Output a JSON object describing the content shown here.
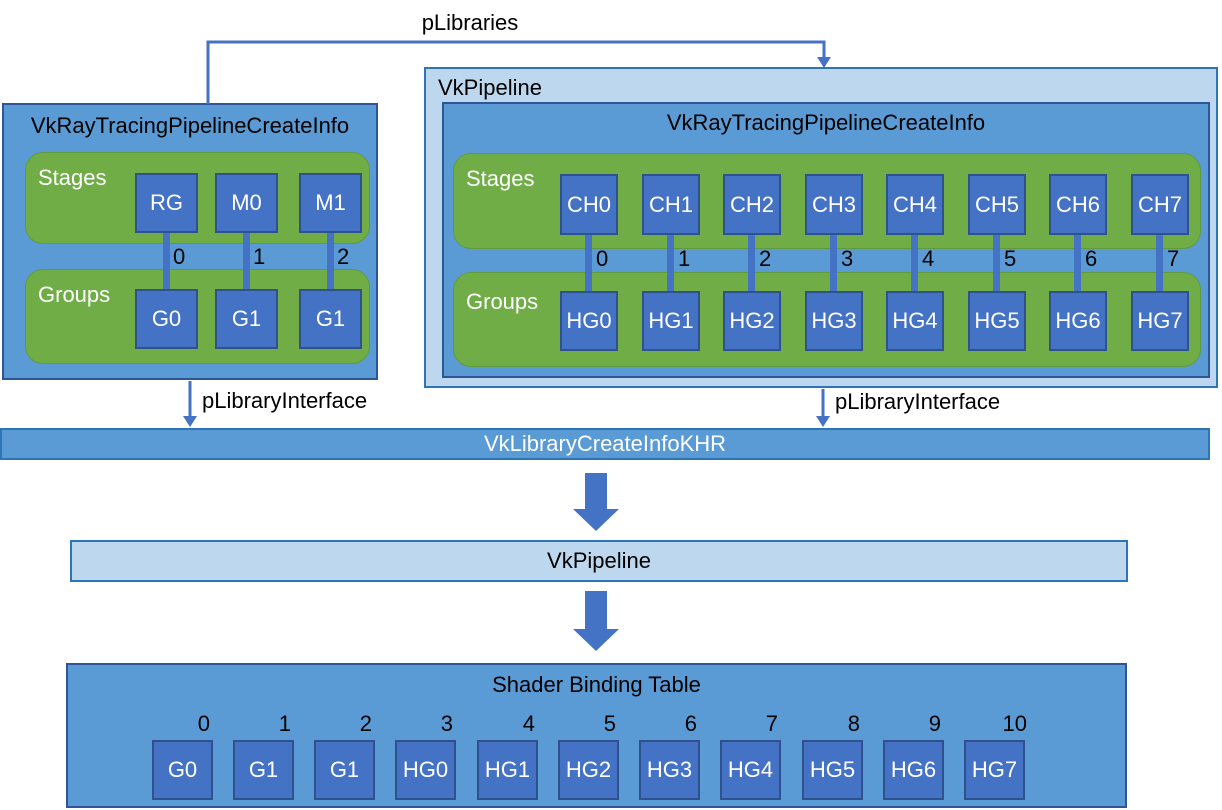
{
  "connections": {
    "plibraries": "pLibraries",
    "plibrary_interface_left": "pLibraryInterface",
    "plibrary_interface_right": "pLibraryInterface"
  },
  "left_pipeline": {
    "title": "VkRayTracingPipelineCreateInfo",
    "stages_label": "Stages",
    "groups_label": "Groups",
    "stages": [
      "RG",
      "M0",
      "M1"
    ],
    "indices": [
      "0",
      "1",
      "2"
    ],
    "groups": [
      "G0",
      "G1",
      "G1"
    ]
  },
  "vk_pipeline_container": {
    "title": "VkPipeline",
    "create_info": {
      "title": "VkRayTracingPipelineCreateInfo",
      "stages_label": "Stages",
      "groups_label": "Groups",
      "stages": [
        "CH0",
        "CH1",
        "CH2",
        "CH3",
        "CH4",
        "CH5",
        "CH6",
        "CH7"
      ],
      "indices": [
        "0",
        "1",
        "2",
        "3",
        "4",
        "5",
        "6",
        "7"
      ],
      "groups": [
        "HG0",
        "HG1",
        "HG2",
        "HG3",
        "HG4",
        "HG5",
        "HG6",
        "HG7"
      ]
    }
  },
  "library_create_info_bar": {
    "title": "VkLibraryCreateInfoKHR"
  },
  "pipeline_bar": {
    "title": "VkPipeline"
  },
  "shader_binding_table": {
    "title": "Shader Binding Table",
    "indices": [
      "0",
      "1",
      "2",
      "3",
      "4",
      "5",
      "6",
      "7",
      "8",
      "9",
      "10"
    ],
    "entries": [
      "G0",
      "G1",
      "G1",
      "HG0",
      "HG1",
      "HG2",
      "HG3",
      "HG4",
      "HG5",
      "HG6",
      "HG7"
    ]
  },
  "colors": {
    "box_blue": "#5B9BD5",
    "square_blue": "#4472C4",
    "light_blue": "#BDD7EE",
    "green": "#70AD47",
    "connector_blue": "#4472C4",
    "border_navy": "#2F5597",
    "border_blue": "#2E75B6"
  }
}
